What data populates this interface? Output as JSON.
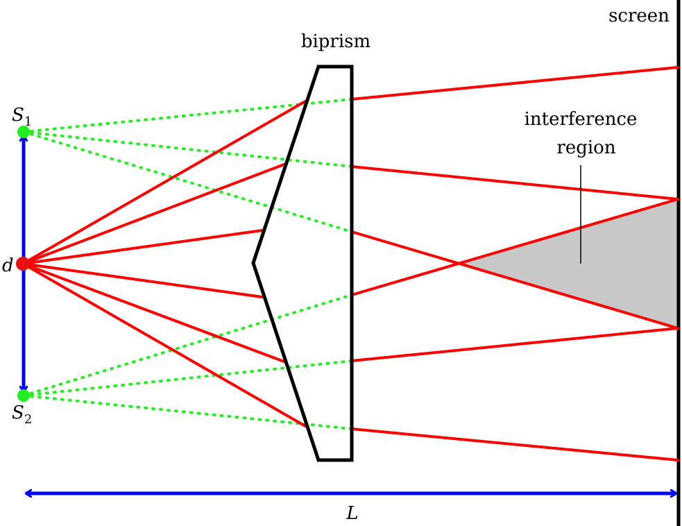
{
  "labels": {
    "screen": "screen",
    "biprism": "biprism",
    "interference_line1": "interference",
    "interference_line2": "region",
    "source1_symbol": "S",
    "source1_sub": "1",
    "source2_symbol": "S",
    "source2_sub": "2",
    "separation": "d",
    "distance": "L"
  },
  "colors": {
    "ray": "#ff0000",
    "virtual_ray": "#22ee22",
    "virtual_source": "#22ee22",
    "real_source": "#e81010",
    "dimension": "#0000ff",
    "interference_fill": "#c8c8c8",
    "outline": "#000000"
  }
}
